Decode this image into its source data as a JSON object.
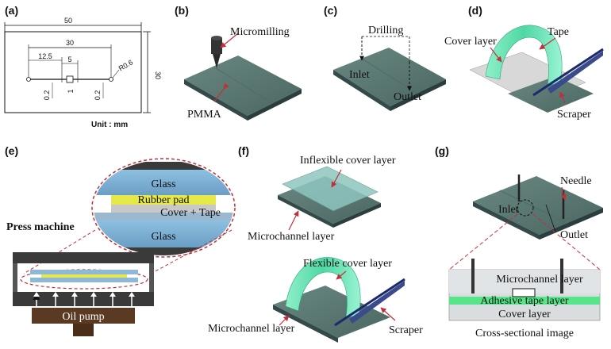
{
  "panels": {
    "a": {
      "label": "(a)",
      "dims": {
        "outer_width": "50",
        "outer_height": "30",
        "channel_length": "30",
        "left_offset": "12.5",
        "center_width": "5",
        "radius": "R0.6",
        "dim_left": "0.2",
        "dim_center": "1",
        "dim_right": "0.2",
        "right_height": "30"
      },
      "unit": "Unit : mm"
    },
    "b": {
      "label": "(b)",
      "micromilling": "Micromilling",
      "pmma": "PMMA"
    },
    "c": {
      "label": "(c)",
      "drilling": "Drilling",
      "inlet": "Inlet",
      "outlet": "Outlet"
    },
    "d": {
      "label": "(d)",
      "cover_layer": "Cover layer",
      "tape": "Tape",
      "scraper": "Scraper"
    },
    "e": {
      "label": "(e)",
      "glass_top": "Glass",
      "rubber_pad": "Rubber pad",
      "cover_tape": "Cover + Tape",
      "glass_bottom": "Glass",
      "press_machine": "Press machine",
      "oil_pump": "Oil pump"
    },
    "f": {
      "label": "(f)",
      "inflexible_cover": "Inflexible cover layer",
      "microchannel_top": "Microchannel layer",
      "flexible_cover": "Flexible cover layer",
      "microchannel_bottom": "Microchannel layer",
      "scraper": "Scraper"
    },
    "g": {
      "label": "(g)",
      "needle": "Needle",
      "inlet": "Inlet",
      "outlet": "Outlet",
      "microchannel_layer": "Microchannel layer",
      "adhesive_tape_layer": "Adhesive tape layer",
      "cover_layer": "Cover layer",
      "caption": "Cross-sectional image"
    }
  },
  "colors": {
    "plate_dark": "#3f5a55",
    "plate_top": "#5f7d77",
    "tape_green": "#5de0b0",
    "glass_blue": "#7fb0d3",
    "rubber_yellow": "#e6e84a",
    "adhesive_green": "#58e58a",
    "callout_red": "#c0303a",
    "machine_dark": "#3a3a3a",
    "pump_brown": "#5a3a22"
  }
}
